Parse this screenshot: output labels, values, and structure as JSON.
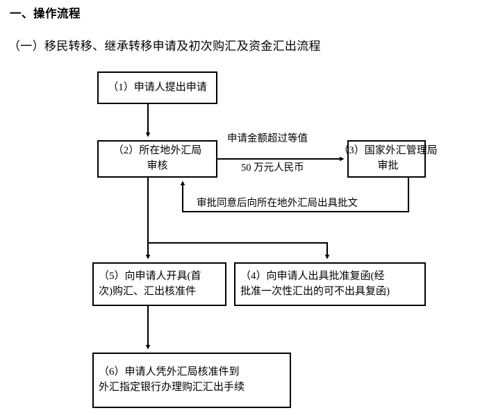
{
  "document": {
    "heading_1": "一、操作流程",
    "heading_2": "（一）移民转移、继承转移申请及初次购汇及资金汇出流程"
  },
  "flowchart": {
    "type": "flowchart",
    "orientation": "top-down",
    "nodes": [
      {
        "id": "1",
        "label_line_1": "（1）申请人提出申请",
        "align": "center"
      },
      {
        "id": "2",
        "label_line_1": "（2）所在地外汇局",
        "label_line_2": "审核",
        "align": "center"
      },
      {
        "id": "3",
        "label_line_1": "（3）国家外汇管理局",
        "label_line_2": "审批",
        "align": "center"
      },
      {
        "id": "4",
        "label_line_1": "（4）向申请人出具批准复函(经",
        "label_line_2": "批准一次性汇出的可不出具复函)",
        "align": "left"
      },
      {
        "id": "5",
        "label_line_1": "（5）向申请人开具(首",
        "label_line_2": "次)购汇、汇出核准件",
        "align": "left"
      },
      {
        "id": "6",
        "label_line_1": "（6）申请人凭外汇局核准件到",
        "label_line_2": "外汇指定银行办理购汇汇出手续",
        "align": "left"
      }
    ],
    "edges": [
      {
        "from": "1",
        "to": "2",
        "label": ""
      },
      {
        "from": "2",
        "to": "3",
        "label_line_1": "申请金额超过等值",
        "label_line_2": "50 万元人民币"
      },
      {
        "from": "3",
        "to": "2",
        "label": "审批同意后向所在地外汇局出具批文"
      },
      {
        "from": "2",
        "to": "5",
        "label": ""
      },
      {
        "from": "2",
        "to": "4",
        "label": ""
      },
      {
        "from": "5",
        "to": "6",
        "label": ""
      }
    ],
    "colors": {
      "line": "#000000",
      "box_border": "#000000",
      "background": "#ffffff",
      "text": "#000000"
    }
  }
}
